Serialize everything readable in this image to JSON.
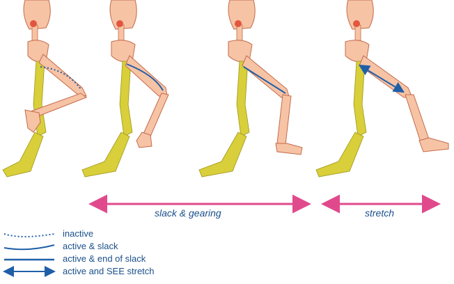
{
  "phases": {
    "slack_gearing": "slack & gearing",
    "stretch": "stretch"
  },
  "legend": [
    {
      "style": "dotted",
      "label": "inactive"
    },
    {
      "style": "curve",
      "label": "active & slack"
    },
    {
      "style": "straight",
      "label": "active & end of slack"
    },
    {
      "style": "double-arrow",
      "label": "active and  SEE stretch"
    }
  ],
  "colors": {
    "skin": "#f6c3a5",
    "skin_outline": "#c46a4a",
    "support_bone": "#d8cf3a",
    "muscle_line": "#1f5fa8",
    "phase_arrow": "#e04a8c",
    "legend_text": "#1a4f8a",
    "joint_dot": "#e2563f"
  }
}
